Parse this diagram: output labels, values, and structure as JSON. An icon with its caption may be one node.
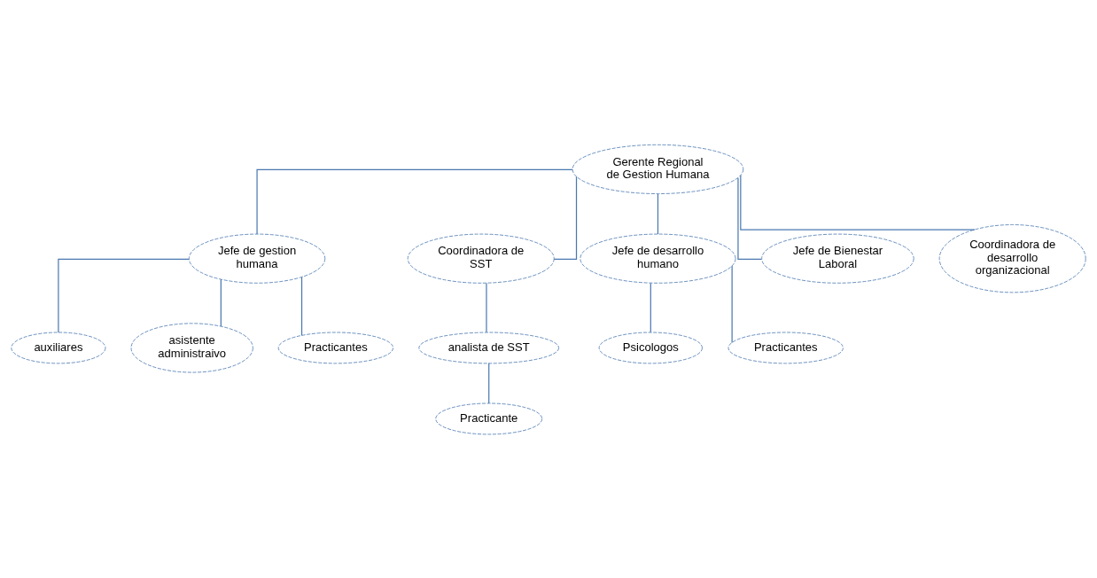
{
  "diagram": {
    "nodes": [
      {
        "text": [
          "Gerente Regional de Gestion Humana"
        ]
      },
      {
        "text": [
          "Jefe de gestion humana"
        ]
      },
      {
        "text": [
          "Coordinadora de SST"
        ]
      },
      {
        "text": [
          "Jefe de desarrollo humano"
        ]
      },
      {
        "text": [
          "Jefe de Bienestar Laboral"
        ]
      },
      {
        "text": [
          "Coordinadora de desarrollo organizacional"
        ]
      },
      {
        "text": [
          "auxiliares"
        ]
      },
      {
        "text": [
          "asistente administraivo"
        ]
      },
      {
        "text": [
          "Practicantes"
        ]
      },
      {
        "text": [
          "analista de SST"
        ]
      },
      {
        "text": [
          "Practicante"
        ]
      },
      {
        "text": [
          "Psicologos"
        ]
      },
      {
        "text": [
          "Practicantes"
        ]
      }
    ],
    "edges": [
      {
        "from": 0,
        "to": 1,
        "arrow": "none"
      },
      {
        "from": 0,
        "to": 2,
        "arrow": "none"
      },
      {
        "from": 0,
        "to": 3,
        "arrow": "none"
      },
      {
        "from": 0,
        "to": 4,
        "arrow": "none"
      },
      {
        "from": 0,
        "to": 5,
        "arrow": "none"
      },
      {
        "from": 1,
        "to": 6,
        "arrow": "none"
      },
      {
        "from": 1,
        "to": 7,
        "arrow": "none"
      },
      {
        "from": 1,
        "to": 8,
        "arrow": "none"
      },
      {
        "from": 2,
        "to": 9,
        "arrow": "none"
      },
      {
        "from": 9,
        "to": 10,
        "arrow": "none"
      },
      {
        "from": 3,
        "to": 11,
        "arrow": "none"
      },
      {
        "from": 3,
        "to": 12,
        "arrow": "none"
      }
    ]
  }
}
